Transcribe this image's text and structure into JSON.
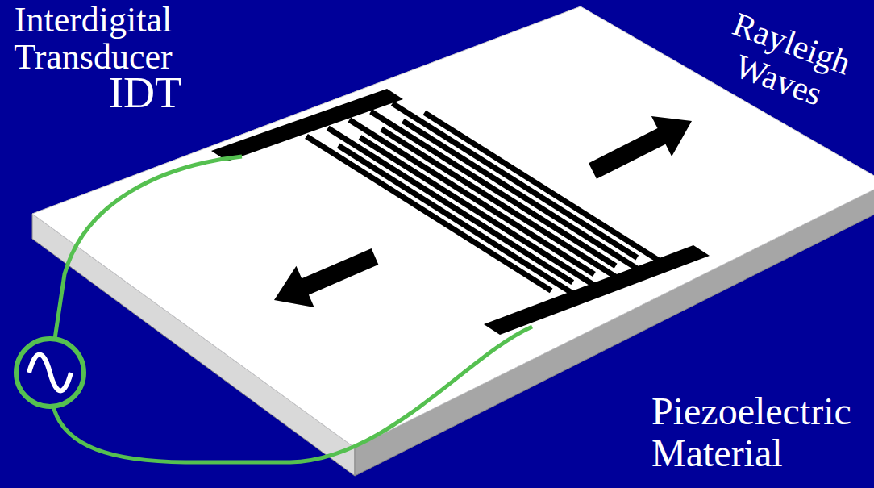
{
  "diagram": {
    "labels": [
      "Interdigital Transducer",
      "IDT",
      "Rayleigh Waves",
      "Piezoelectric Material"
    ]
  }
}
